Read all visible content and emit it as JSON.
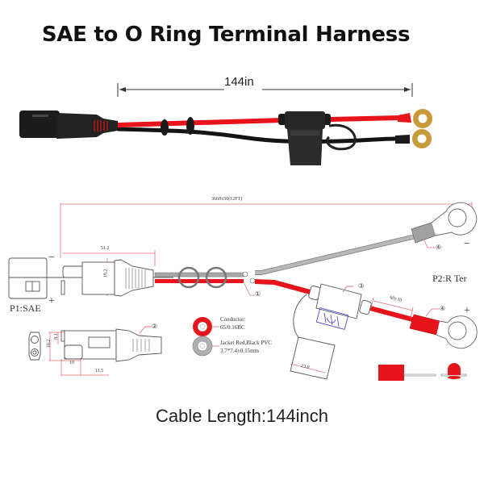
{
  "title": "SAE to O Ring Terminal Harness",
  "photo": {
    "dimension_label": "144in"
  },
  "drawing": {
    "overall_length": "3660±50(12FT)",
    "sae_length": "51.2",
    "sae_height": "19.2",
    "p1_label": "P1:SAE",
    "p2_label": "P2:R Ter",
    "minus_sign_left": "−",
    "plus_sign_left": "+",
    "minus_sign_right": "−",
    "plus_sign_right": "+",
    "callouts": [
      "①",
      "②",
      "③",
      "④",
      "④"
    ],
    "fuse_lead_length": "60±10",
    "fuse_cap_width": "23.8",
    "sae_detail": {
      "dim_height": "16.2",
      "dim_pin": "8.1",
      "dim_width": "10",
      "dim_depth": "11.5"
    },
    "cable_spec": {
      "conductor_label": "Conductor:",
      "conductor_value": "65/0.16BC",
      "jacket_label": "Jacket Red,Black PVC",
      "jacket_value": "3.7*7.4±0.15mm"
    }
  },
  "caption": "Cable Length:144inch",
  "colors": {
    "wire_red": "#e8141c",
    "wire_gray": "#a8a8a8",
    "dim_line": "#e0707a",
    "fuse_blue": "#3a3ad0",
    "connector_black": "#1e1e1e",
    "ring_brass": "#c99a3a"
  }
}
